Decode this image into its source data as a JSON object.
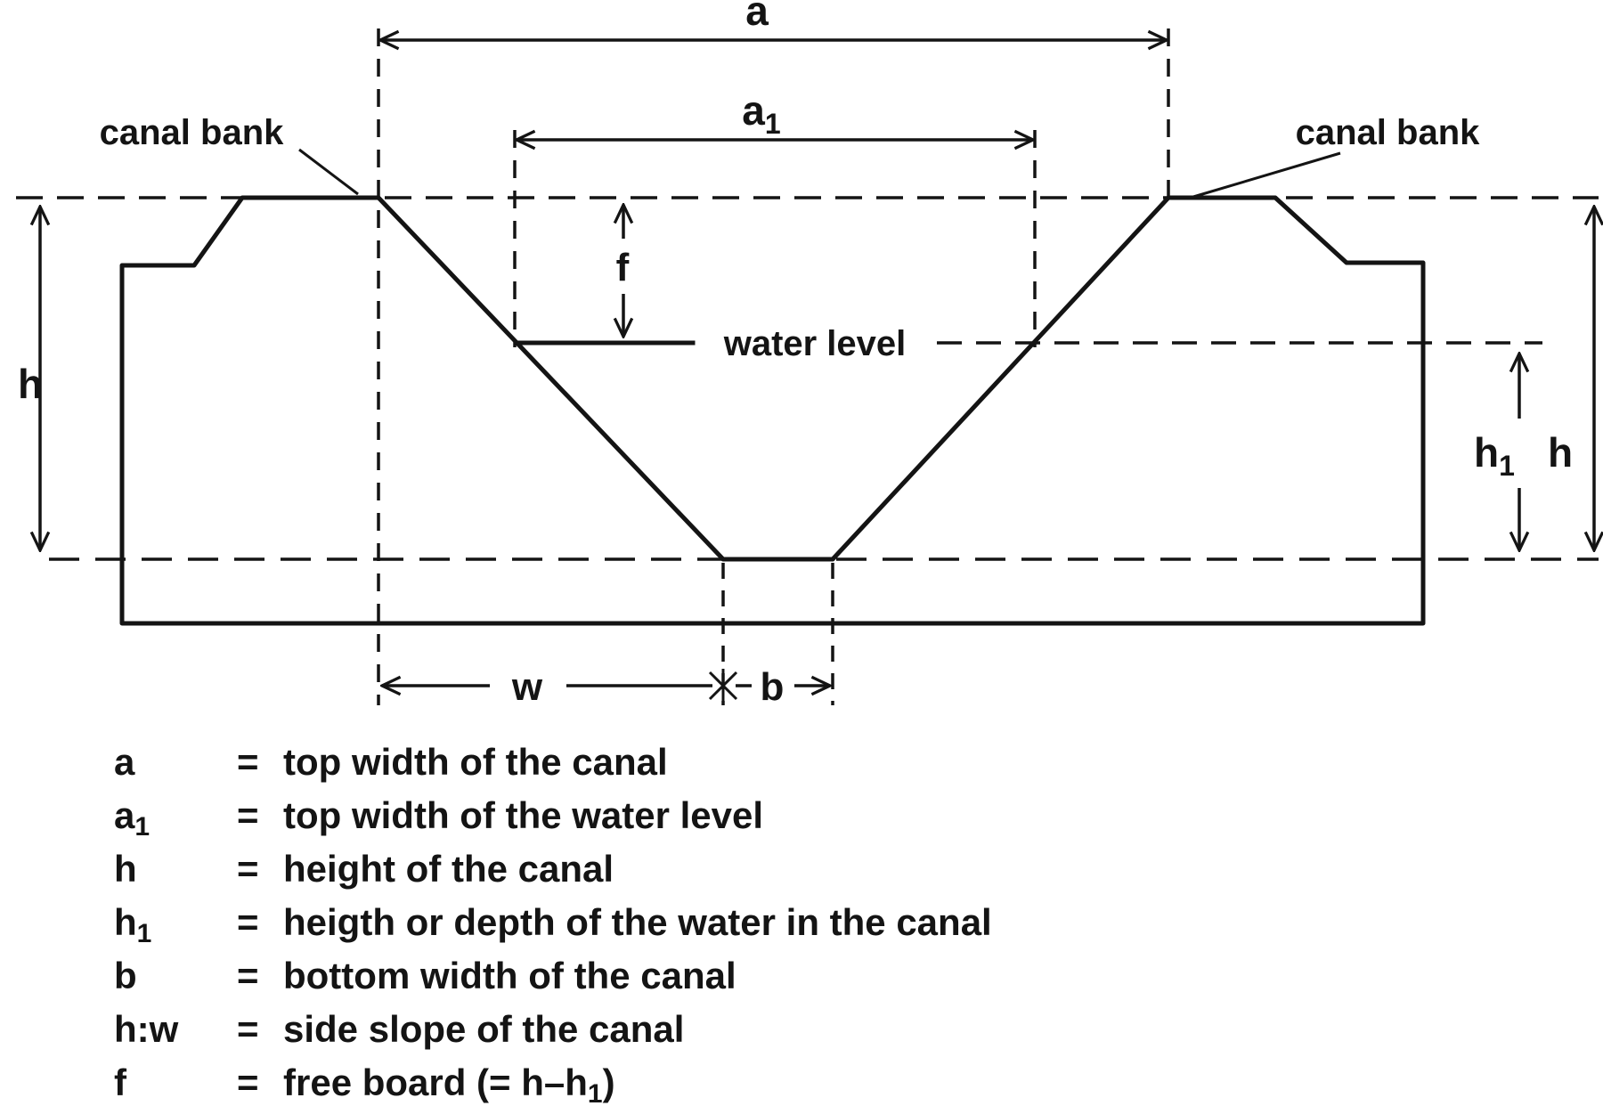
{
  "diagram": {
    "dim_labels": {
      "a": "a",
      "a1_base": "a",
      "a1_sub": "1",
      "f": "f",
      "h_left": "h",
      "h_right": "h",
      "h1_base": "h",
      "h1_sub": "1",
      "w": "w",
      "b": "b"
    },
    "annotations": {
      "canal_bank_left": "canal bank",
      "canal_bank_right": "canal bank",
      "water_level": "water level"
    }
  },
  "legend": {
    "items": [
      {
        "symbol": "a",
        "sub": "",
        "eq": "=",
        "text": "top width of the canal",
        "text_sub": "",
        "text_tail": ""
      },
      {
        "symbol": "a",
        "sub": "1",
        "eq": "=",
        "text": "top width of the water level",
        "text_sub": "",
        "text_tail": ""
      },
      {
        "symbol": "h",
        "sub": "",
        "eq": "=",
        "text": "height of the canal",
        "text_sub": "",
        "text_tail": ""
      },
      {
        "symbol": "h",
        "sub": "1",
        "eq": "=",
        "text": "heigth or depth of the water in the canal",
        "text_sub": "",
        "text_tail": ""
      },
      {
        "symbol": "b",
        "sub": "",
        "eq": "=",
        "text": "bottom width of the canal",
        "text_sub": "",
        "text_tail": ""
      },
      {
        "symbol": "h:w",
        "sub": "",
        "eq": "=",
        "text": "side slope of the canal",
        "text_sub": "",
        "text_tail": ""
      },
      {
        "symbol": "f",
        "sub": "",
        "eq": "=",
        "text": "free board (= h–h",
        "text_sub": "1",
        "text_tail": ")"
      }
    ]
  }
}
